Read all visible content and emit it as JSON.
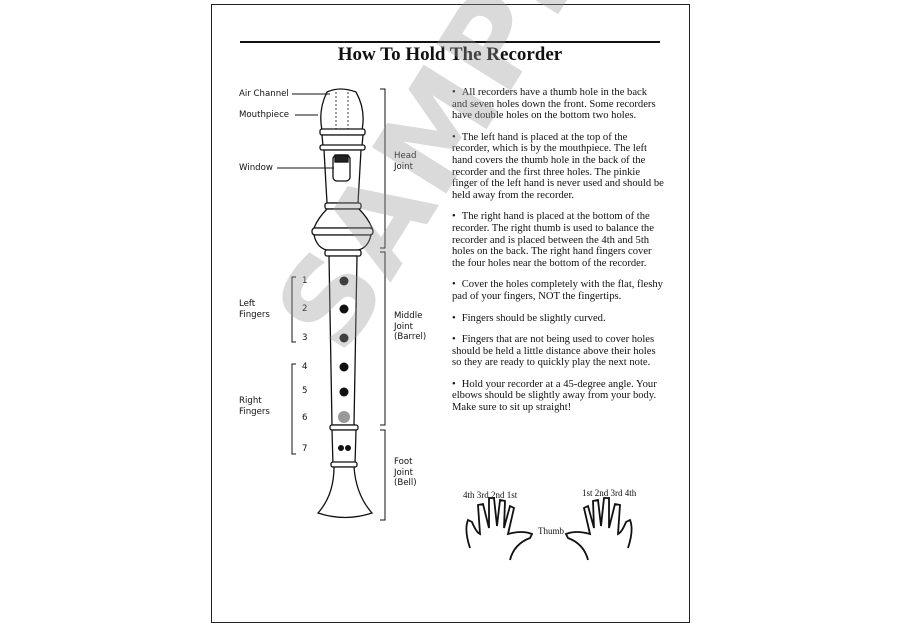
{
  "title": "How To Hold The Recorder",
  "diagram": {
    "labels": {
      "air_channel": "Air Channel",
      "mouthpiece": "Mouthpiece",
      "window": "Window",
      "head_joint": [
        "Head",
        "Joint"
      ],
      "middle_joint": [
        "Middle",
        "Joint",
        "(Barrel)"
      ],
      "foot_joint": [
        "Foot",
        "Joint",
        "(Bell)"
      ],
      "left_fingers": [
        "Left",
        "Fingers"
      ],
      "right_fingers": [
        "Right",
        "Fingers"
      ],
      "holes": [
        "1",
        "2",
        "3",
        "4",
        "5",
        "6",
        "7"
      ]
    }
  },
  "instructions": [
    "All recorders have a thumb hole in the back and seven holes down the front. Some recorders have double holes on the bottom two holes.",
    "The left hand is placed at the top of the recorder, which is by the mouthpiece. The left hand covers the thumb hole in the back of the recorder and the first three holes. The pinkie finger of the left hand is never used and should be held away from the recorder.",
    "The right hand is placed at the bottom of the recorder. The right thumb is used to balance the recorder and is placed between the 4th and 5th holes on the back. The right hand fingers cover the four holes near the bottom of the recorder.",
    "Cover the holes completely with the flat, fleshy pad of your fingers, NOT the fingertips.",
    "Fingers should be slightly curved.",
    "Fingers that are not being used to cover holes should be held a little distance above their holes so they are ready to quickly play the next note.",
    "Hold your recorder at a 45-degree angle. Your elbows should be slightly away from your body. Make sure to sit up straight!"
  ],
  "bullet": "•",
  "hands": {
    "left_fingers": "4th 3rd 2nd 1st",
    "right_fingers": "1st 2nd 3rd 4th",
    "thumb": "Thumb"
  },
  "watermark": "SAMPLE"
}
